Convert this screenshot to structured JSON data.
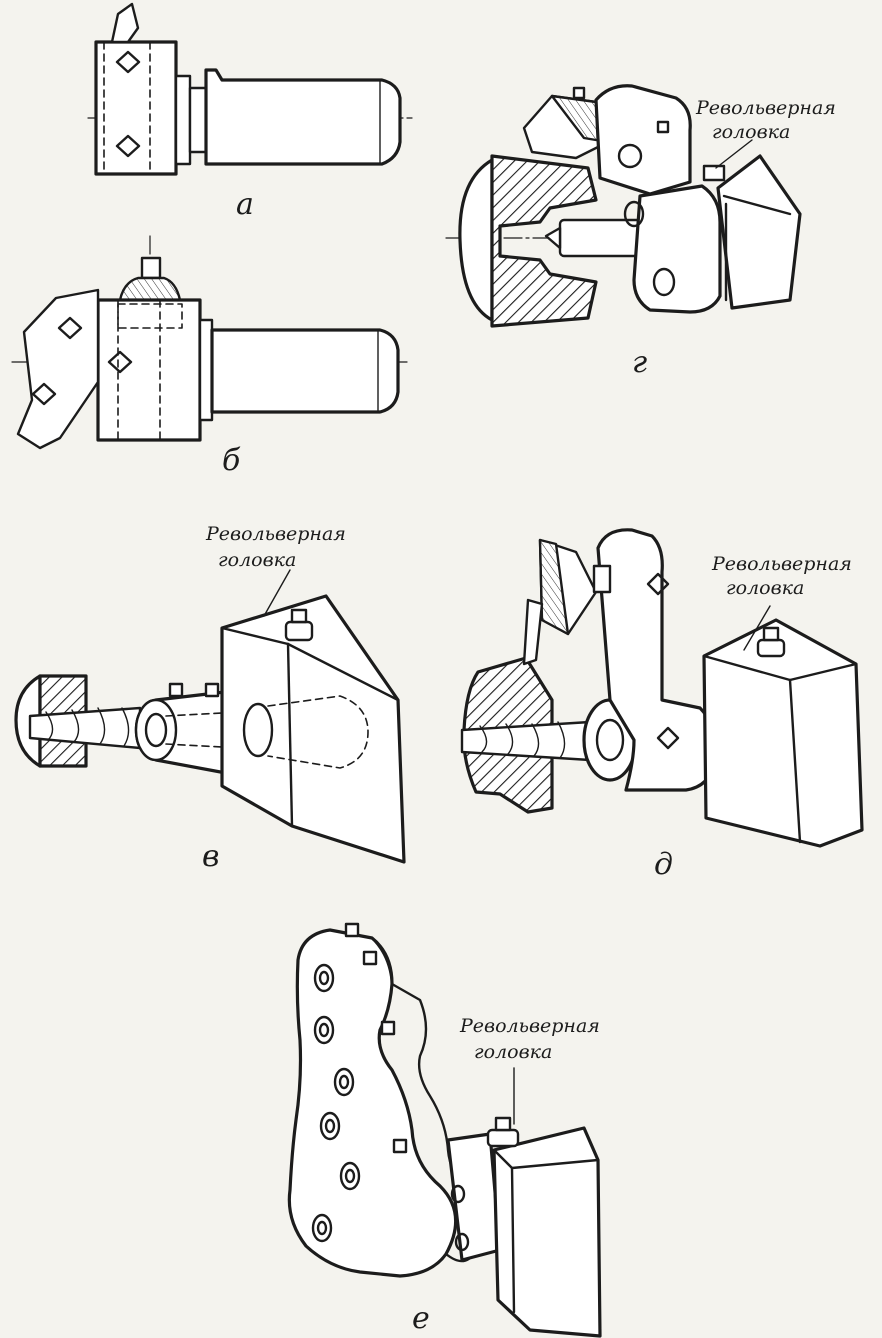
{
  "figures": [
    {
      "id": "a",
      "letter": "а"
    },
    {
      "id": "b",
      "letter": "б"
    },
    {
      "id": "c",
      "letter": "в",
      "caption": [
        "Револьверная",
        "головка"
      ]
    },
    {
      "id": "d",
      "letter": "г",
      "caption": [
        "Револьверная",
        "головка"
      ]
    },
    {
      "id": "e",
      "letter": "д",
      "caption": [
        "Револьверная",
        "головка"
      ]
    },
    {
      "id": "f",
      "letter": "е",
      "caption": [
        "Револьверная",
        "головка"
      ]
    }
  ],
  "colors": {
    "ink": "#1c1c1c",
    "paper": "#f4f3ee"
  }
}
